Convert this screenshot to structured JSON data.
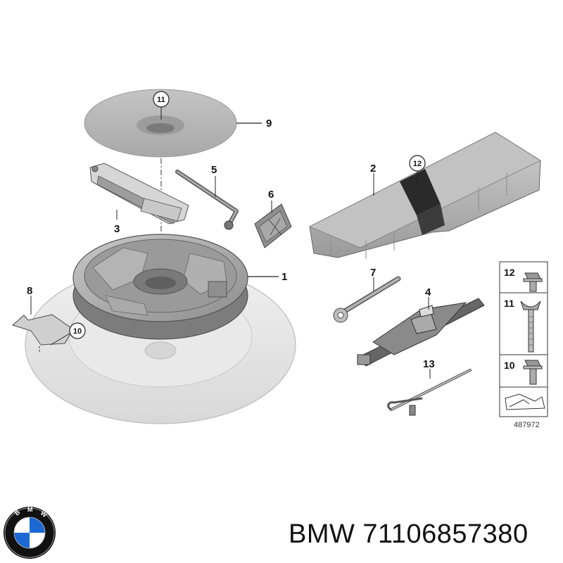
{
  "callouts": {
    "c1": "1",
    "c2": "2",
    "c3": "3",
    "c4": "4",
    "c5": "5",
    "c6": "6",
    "c7": "7",
    "c8": "8",
    "c9": "9",
    "c10": "10",
    "c11": "11",
    "c12": "12",
    "c13": "13"
  },
  "legend": {
    "rows": [
      "12",
      "11",
      "10"
    ],
    "diagram_id": "487972"
  },
  "brand_caption": "BMW 71106857380",
  "logo": {
    "letters": "BMW",
    "colors": {
      "blue": "#1c69d4",
      "white": "#ffffff",
      "ring": "#111111"
    }
  },
  "colors": {
    "part_gray": "#b9b9b9",
    "part_dark": "#8a8a8a",
    "tire_light": "#e6e6e6",
    "line": "#222222"
  }
}
